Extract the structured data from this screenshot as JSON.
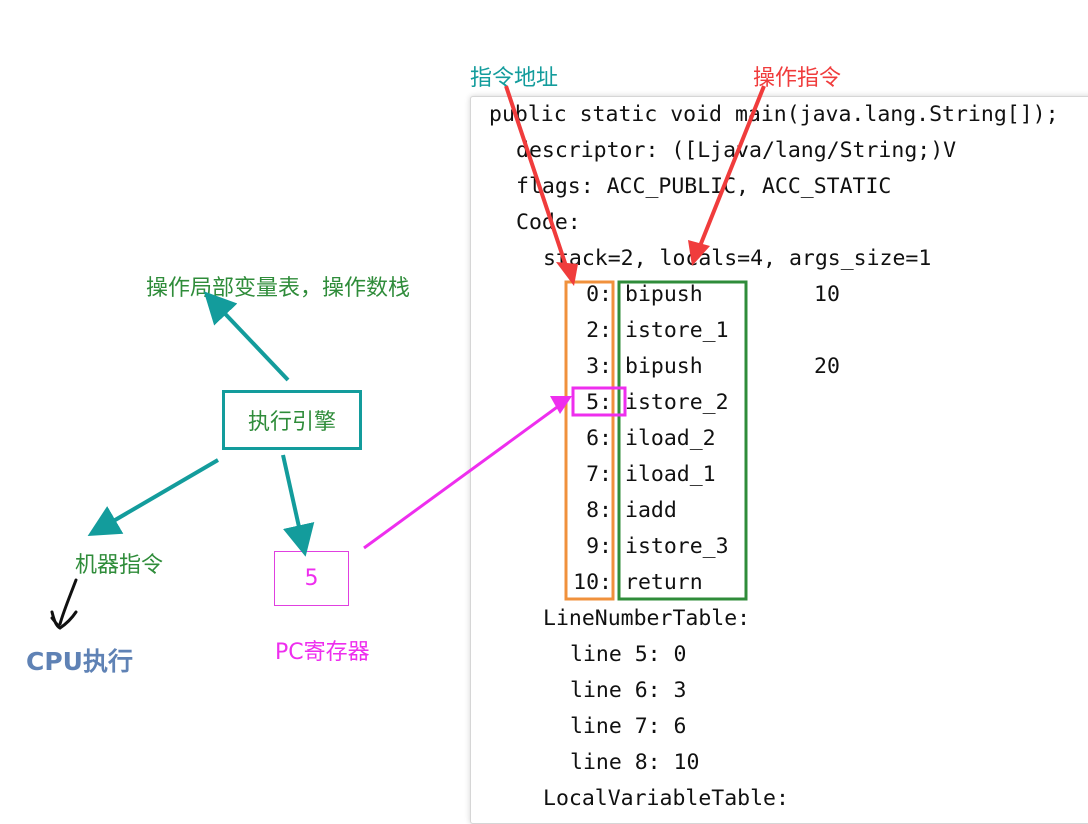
{
  "labels": {
    "address": "指令地址",
    "op": "操作指令",
    "engine_target": "操作局部变量表，操作数栈",
    "engine": "执行引擎",
    "machine": "机器指令",
    "cpu": "CPU执行",
    "pc_value": "5",
    "pc_register": "PC寄存器"
  },
  "code": {
    "signature": "public static void main(java.lang.String[]);",
    "descriptor": "descriptor: ([Ljava/lang/String;)V",
    "flags": "flags: ACC_PUBLIC, ACC_STATIC",
    "code": "Code:",
    "stack": "stack=2, locals=4, args_size=1",
    "instructions": [
      {
        "offset": "0:",
        "op": "bipush",
        "arg": "10"
      },
      {
        "offset": "2:",
        "op": "istore_1",
        "arg": ""
      },
      {
        "offset": "3:",
        "op": "bipush",
        "arg": "20"
      },
      {
        "offset": "5:",
        "op": "istore_2",
        "arg": ""
      },
      {
        "offset": "6:",
        "op": "iload_2",
        "arg": ""
      },
      {
        "offset": "7:",
        "op": "iload_1",
        "arg": ""
      },
      {
        "offset": "8:",
        "op": "iadd",
        "arg": ""
      },
      {
        "offset": "9:",
        "op": "istore_3",
        "arg": ""
      },
      {
        "offset": "10:",
        "op": "return",
        "arg": ""
      }
    ],
    "line_number_table": "LineNumberTable:",
    "lines": [
      "line 5: 0",
      "line 6: 3",
      "line 7: 6",
      "line 8: 10"
    ],
    "local_variable_table": "LocalVariableTable:"
  },
  "colors": {
    "teal": "#139c9c",
    "green": "#2f8c3a",
    "red": "#f03c3c",
    "magenta": "#ee2eee",
    "orange": "#f0913c",
    "blue": "#5f82b5"
  }
}
